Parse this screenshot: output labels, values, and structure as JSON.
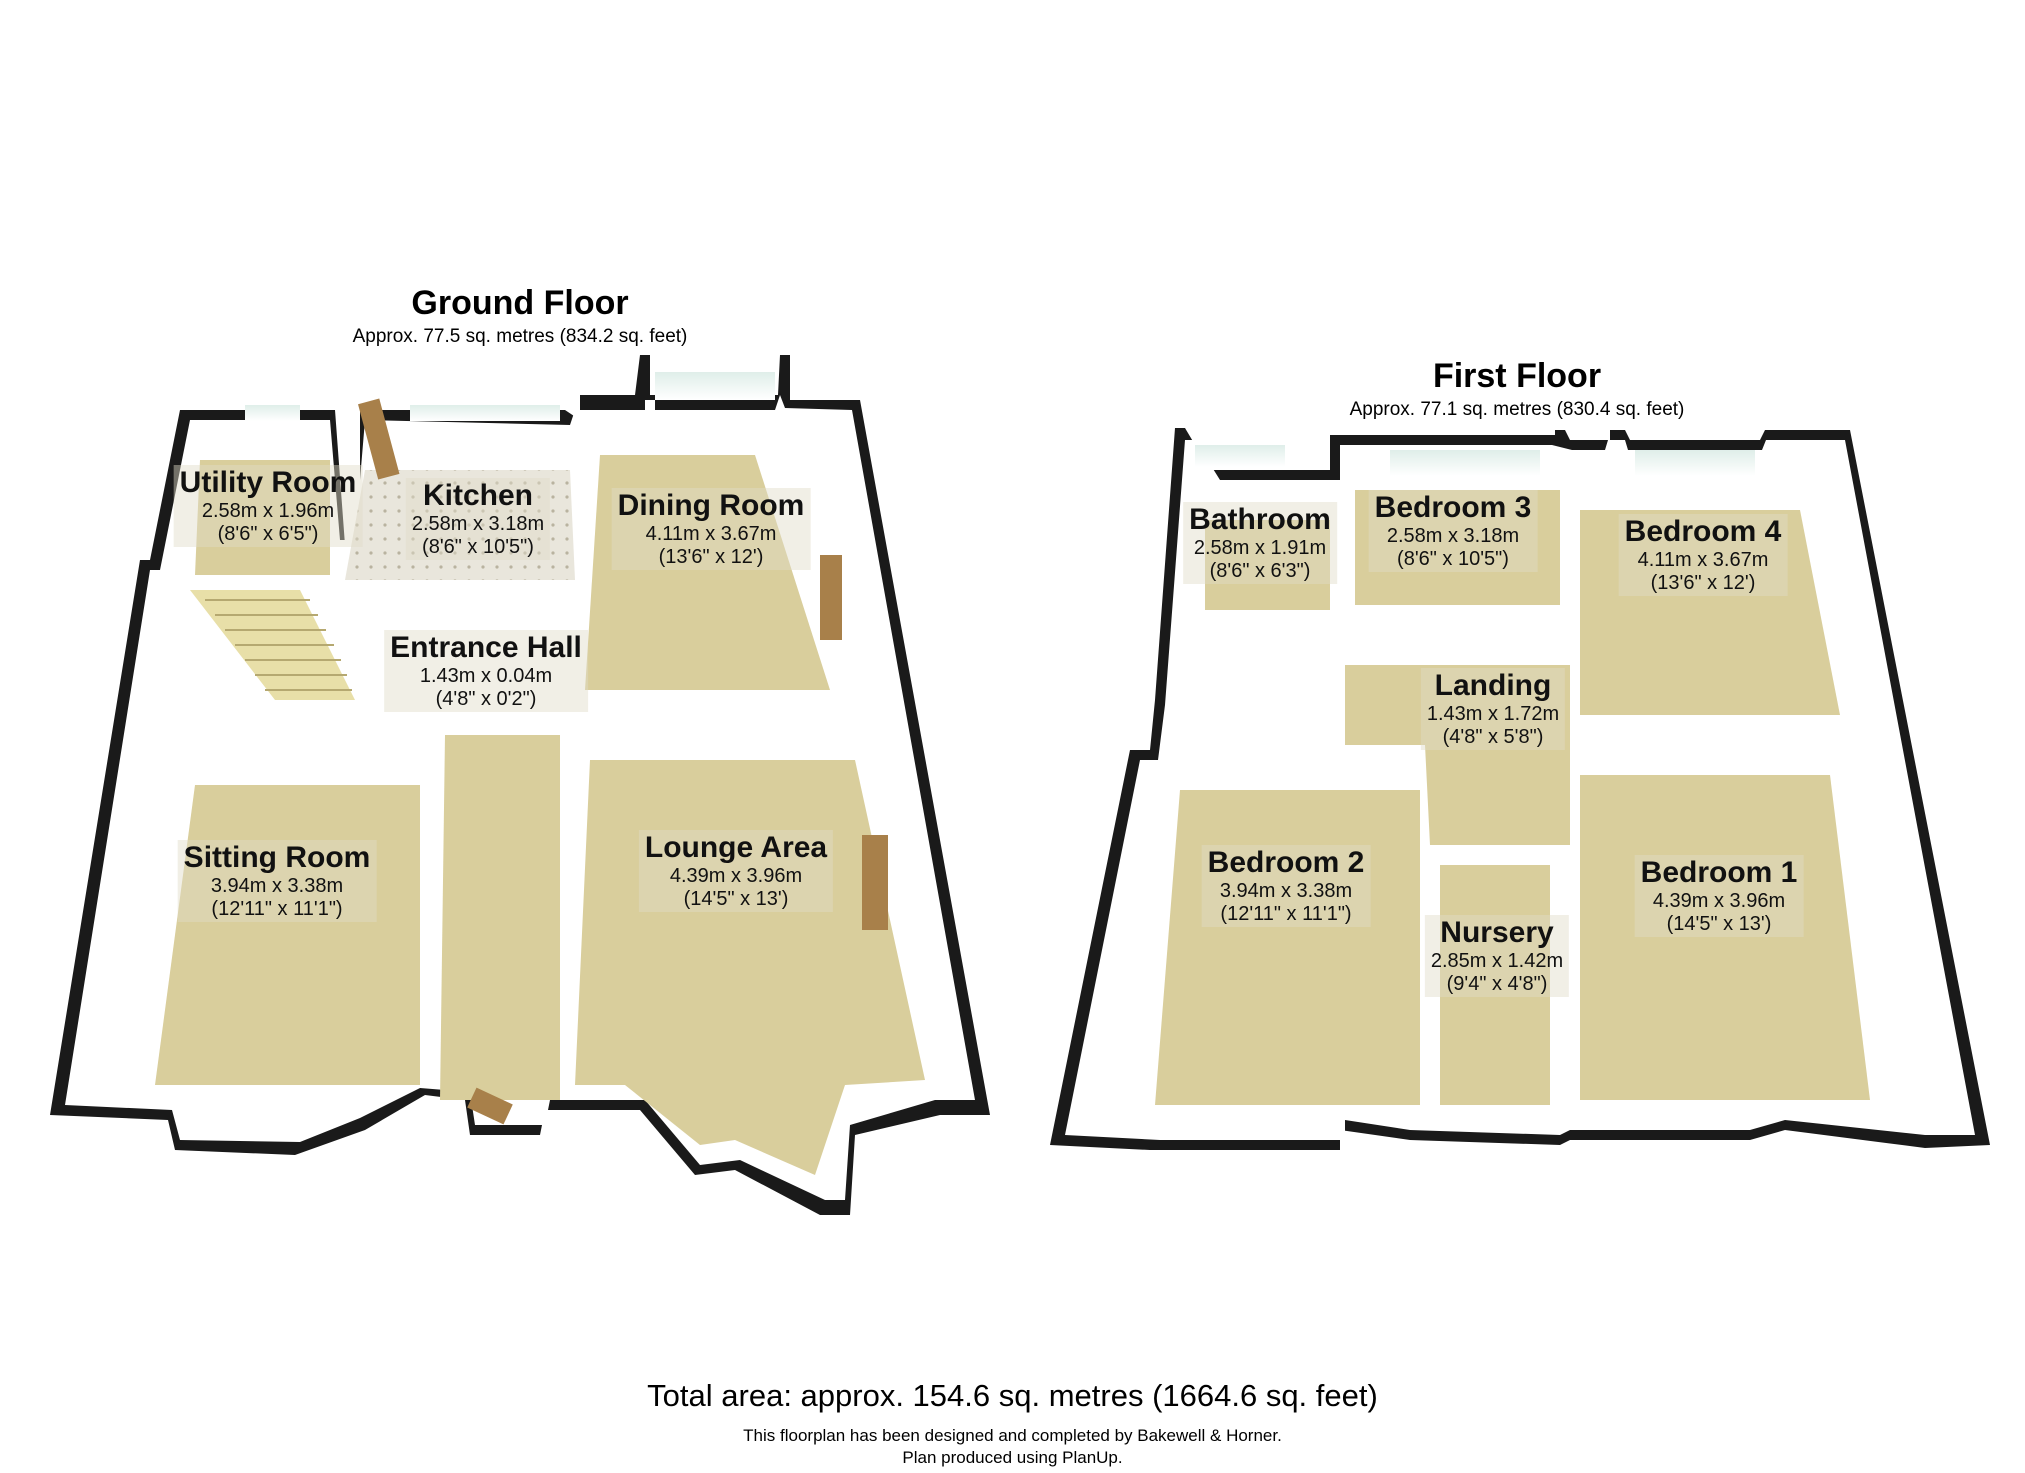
{
  "floors": {
    "ground": {
      "title": "Ground Floor",
      "area": "Approx. 77.5 sq. metres (834.2 sq. feet)",
      "rooms": [
        {
          "name": "Utility Room",
          "metric": "2.58m x 1.96m",
          "imperial": "(8'6\" x 6'5\")"
        },
        {
          "name": "Kitchen",
          "metric": "2.58m x 3.18m",
          "imperial": "(8'6\" x 10'5\")"
        },
        {
          "name": "Dining Room",
          "metric": "4.11m x 3.67m",
          "imperial": "(13'6\" x 12')"
        },
        {
          "name": "Entrance Hall",
          "metric": "1.43m x 0.04m",
          "imperial": "(4'8\" x 0'2\")"
        },
        {
          "name": "Sitting Room",
          "metric": "3.94m x 3.38m",
          "imperial": "(12'11\" x 11'1\")"
        },
        {
          "name": "Lounge Area",
          "metric": "4.39m x 3.96m",
          "imperial": "(14'5\" x 13')"
        }
      ]
    },
    "first": {
      "title": "First Floor",
      "area": "Approx. 77.1 sq. metres (830.4 sq. feet)",
      "rooms": [
        {
          "name": "Bathroom",
          "metric": "2.58m x 1.91m",
          "imperial": "(8'6\" x 6'3\")"
        },
        {
          "name": "Bedroom 3",
          "metric": "2.58m x 3.18m",
          "imperial": "(8'6\" x 10'5\")"
        },
        {
          "name": "Bedroom 4",
          "metric": "4.11m x 3.67m",
          "imperial": "(13'6\" x 12')"
        },
        {
          "name": "Landing",
          "metric": "1.43m x 1.72m",
          "imperial": "(4'8\" x 5'8\")"
        },
        {
          "name": "Bedroom 2",
          "metric": "3.94m x 3.38m",
          "imperial": "(12'11\" x 11'1\")"
        },
        {
          "name": "Nursery",
          "metric": "2.85m x 1.42m",
          "imperial": "(9'4\" x 4'8\")"
        },
        {
          "name": "Bedroom 1",
          "metric": "4.39m x 3.96m",
          "imperial": "(14'5\" x 13')"
        }
      ]
    }
  },
  "footer": {
    "total": "Total area: approx. 154.6 sq. metres (1664.6 sq. feet)",
    "credit_line1": "This floorplan has been designed and completed by Bakewell & Horner.",
    "credit_line2": "Plan produced using PlanUp."
  },
  "colors": {
    "floor": "#d9ce9c",
    "wall_face": "#ffffff",
    "wall_edge": "#000000",
    "label_bg": "#e1dcc8"
  }
}
